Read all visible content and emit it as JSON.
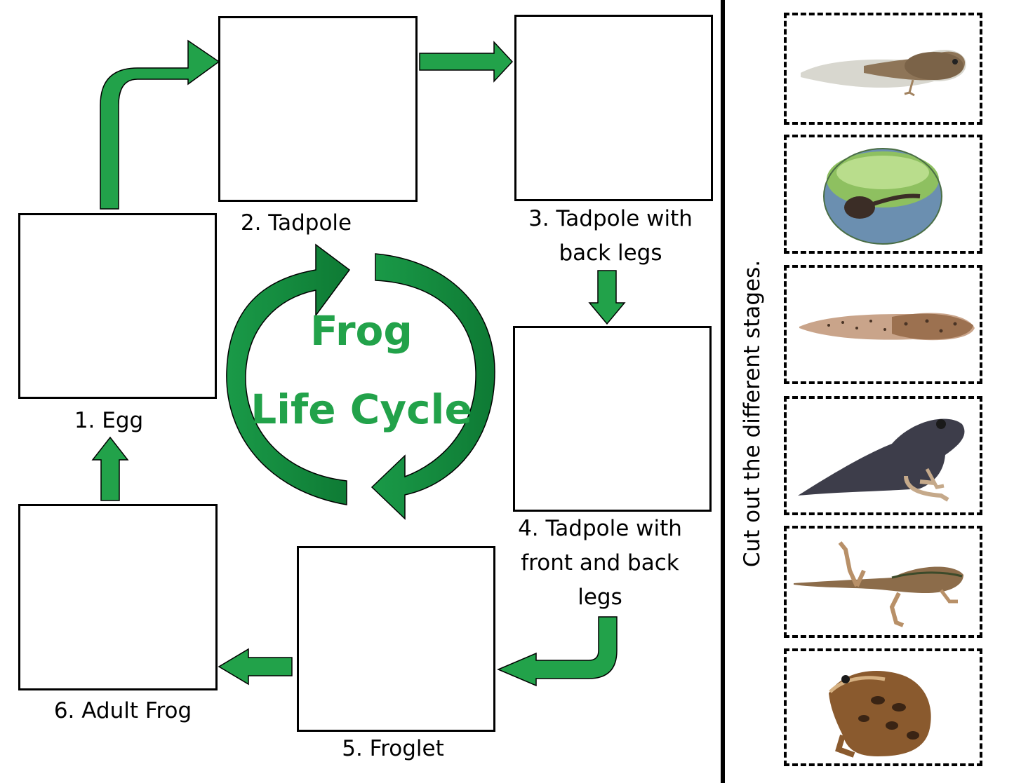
{
  "title": {
    "line1": "Frog",
    "line2": "Life Cycle"
  },
  "stages": [
    {
      "label": "1. Egg"
    },
    {
      "label": "2. Tadpole"
    },
    {
      "line1": "3. Tadpole with",
      "line2": "back legs"
    },
    {
      "line1": "4. Tadpole with",
      "line2": "front and back",
      "line3": "legs"
    },
    {
      "label": "5. Froglet"
    },
    {
      "label": "6. Adult Frog"
    }
  ],
  "instruction": "Cut out the different stages.",
  "cutout_cards": [
    {
      "image": "tadpole-with-back-legs-photo"
    },
    {
      "image": "tadpole-in-egg-photo"
    },
    {
      "image": "tadpole-photo"
    },
    {
      "image": "froglet-photo"
    },
    {
      "image": "tadpole-with-four-legs-photo"
    },
    {
      "image": "adult-frog-photo"
    }
  ],
  "colors": {
    "arrow": "#22a24a",
    "arrow_dark": "#138a3c",
    "title": "#22a24a"
  }
}
